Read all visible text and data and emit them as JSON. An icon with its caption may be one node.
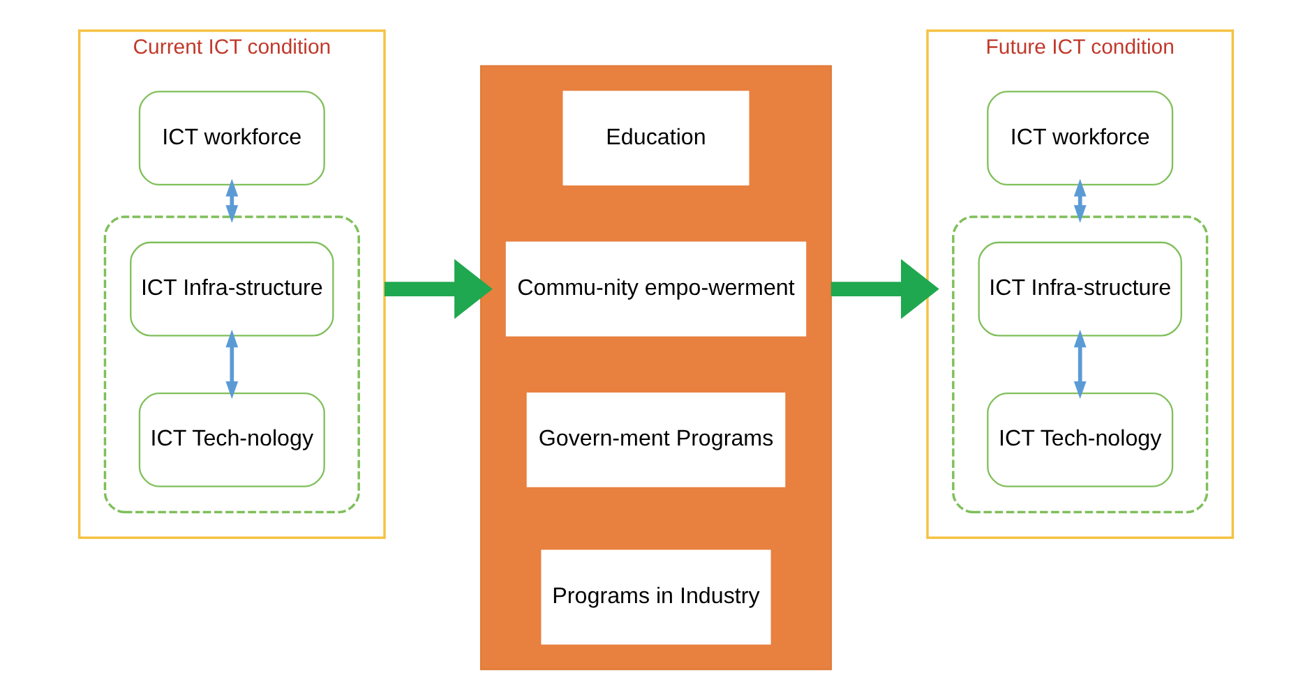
{
  "diagram": {
    "nodes": [
      {
        "text": [
          "Current ICT condition"
        ]
      },
      {
        "text": [
          "ICT workforce"
        ],
        "in": 0
      },
      {
        "text": [],
        "shape": "box",
        "in": 0
      },
      {
        "text": [
          "ICT Infra-structure"
        ],
        "in": 2
      },
      {
        "text": [
          "ICT Tech-nology"
        ],
        "in": 2
      },
      {
        "text": [],
        "shape": "bar"
      },
      {
        "text": [
          "Education"
        ],
        "in": 5
      },
      {
        "text": [
          "Commu-nity empo-werment"
        ],
        "in": 5
      },
      {
        "text": [
          "Govern-ment Programs"
        ],
        "in": 5
      },
      {
        "text": [
          "Programs in Industry"
        ],
        "in": 5
      },
      {
        "text": [
          "Future ICT condition"
        ]
      },
      {
        "text": [
          "ICT workforce"
        ],
        "in": 10
      },
      {
        "text": [],
        "shape": "box",
        "in": 10
      },
      {
        "text": [
          "ICT Infra-structure"
        ],
        "in": 12
      },
      {
        "text": [
          "ICT Tech-nology"
        ],
        "in": 12
      }
    ],
    "edges": [
      {
        "from": 1,
        "to": 2,
        "arrow": "both"
      },
      {
        "from": 3,
        "to": 4,
        "arrow": "both"
      },
      {
        "from": 0,
        "to": 5,
        "arrow": "to",
        "style": "thick",
        "color": "#1fa84f"
      },
      {
        "from": 5,
        "to": 10,
        "arrow": "to",
        "style": "thick",
        "color": "#1fa84f"
      },
      {
        "from": 11,
        "to": 12,
        "arrow": "both"
      },
      {
        "from": 13,
        "to": 14,
        "arrow": "both"
      }
    ]
  }
}
